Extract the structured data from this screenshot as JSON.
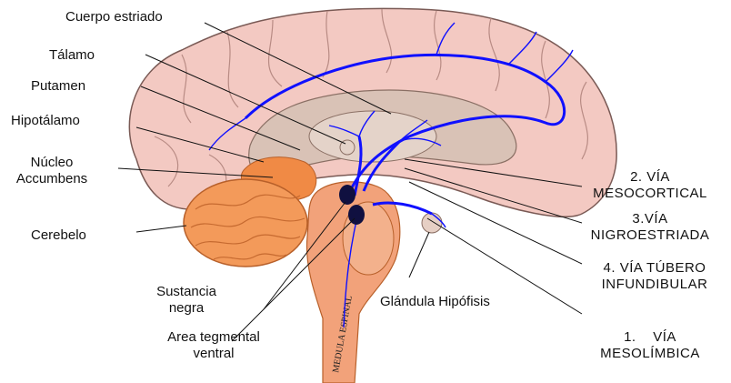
{
  "labels": {
    "cuerpo_estriado": "Cuerpo estriado",
    "talamo": "Tálamo",
    "putamen": "Putamen",
    "hipotalamo": "Hipotálamo",
    "nucleo_accumbens_1": "Núcleo",
    "nucleo_accumbens_2": "Accumbens",
    "cerebelo": "Cerebelo",
    "sustancia_negra_1": "Sustancia",
    "sustancia_negra_2": "negra",
    "area_tegmental_1": "Area tegmental",
    "area_tegmental_2": "ventral",
    "glandula_hipofisis": "Glándula Hipófisis",
    "medula_espinal": "MEDULA ESPINAL"
  },
  "pathways": {
    "via2_1": "2. VÍA",
    "via2_2": "MESOCORTICAL",
    "via3_1": "3.VÍA",
    "via3_2": "NIGROESTRIADA",
    "via4_1": "4. VÍA TÚBERO",
    "via4_2": "INFUNDIBULAR",
    "via1_1": "1.    VÍA",
    "via1_2": "MESOLÍMBICA"
  },
  "colors": {
    "cortex": "#f3c9c2",
    "cortex_outline": "#7a5a55",
    "inner": "#d9c2b6",
    "cerebellum": "#f39a5a",
    "cerebellum_dark": "#e07a38",
    "brainstem": "#f2a27a",
    "dopamine_path": "#1010ff",
    "nucleus": "#101040"
  }
}
